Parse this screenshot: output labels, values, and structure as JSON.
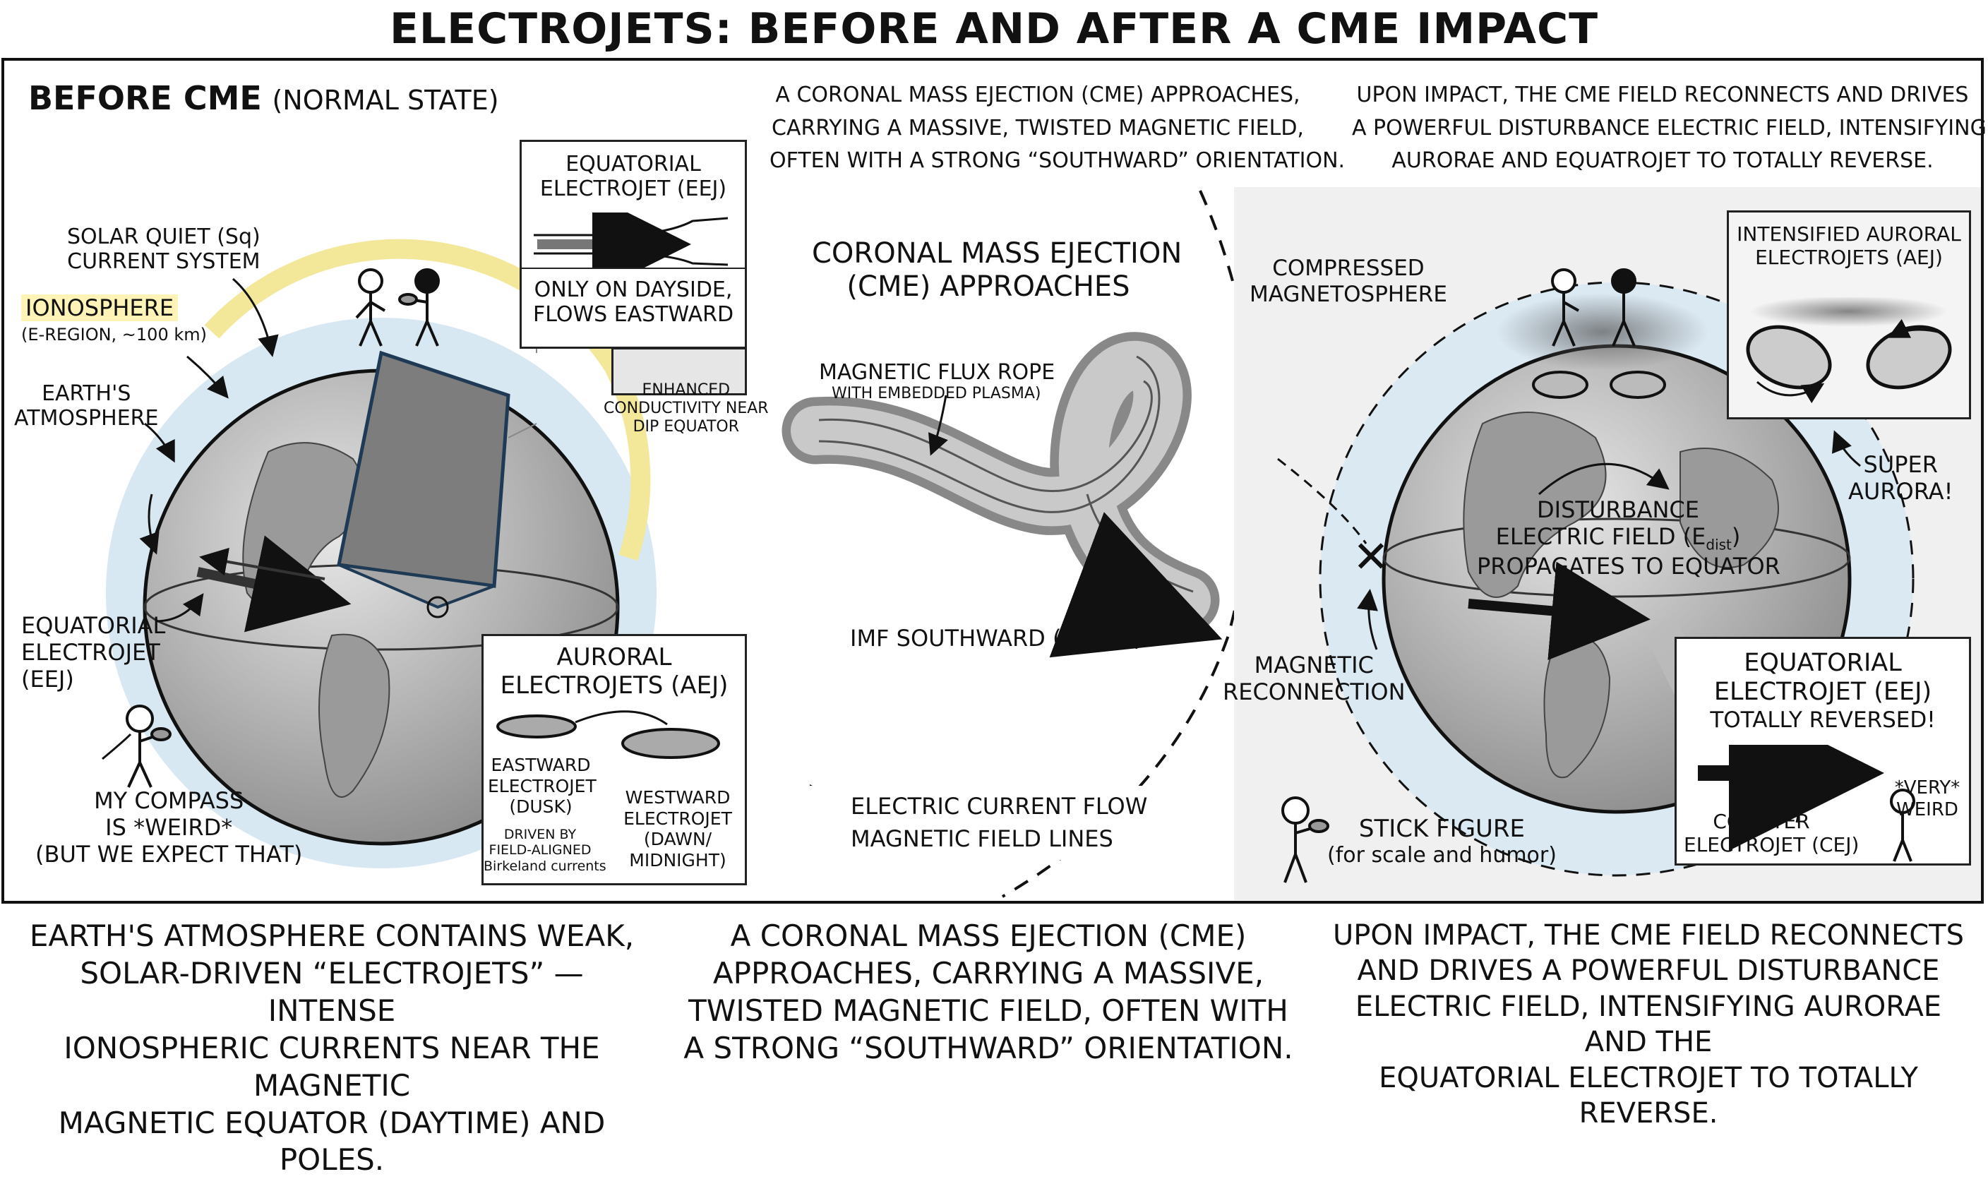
{
  "title": "ELECTROJETS: BEFORE AND AFTER A CME IMPACT",
  "panel_left": {
    "heading": "BEFORE CME",
    "heading_sub": "(NORMAL STATE)",
    "sq_label_1": "SOLAR QUIET (Sq)",
    "sq_label_2": "CURRENT SYSTEM",
    "ionosphere_label": "IONOSPHERE",
    "ionosphere_sub": "(E-REGION, ~100 km)",
    "atmosphere_1": "EARTH'S",
    "atmosphere_2": "ATMOSPHERE",
    "eej_1": "EQUATORIAL",
    "eej_2": "ELECTROJET",
    "eej_3": "(EEJ)",
    "compass_1": "MY COMPASS",
    "compass_2": "IS *WEIRD*",
    "compass_3": "(BUT WE EXPECT THAT)",
    "eej_box": {
      "title_1": "EQUATORIAL",
      "title_2": "ELECTROJET (EEJ)",
      "note_1": "ONLY ON DAYSIDE,",
      "note_2": "FLOWS EASTWARD"
    },
    "enhanced_1": "ENHANCED",
    "enhanced_2": "CONDUCTIVITY NEAR",
    "enhanced_3": "DIP EQUATOR",
    "aej_box": {
      "title_1": "AURORAL",
      "title_2": "ELECTROJETS (AEJ)",
      "east_1": "EASTWARD",
      "east_2": "ELECTROJET",
      "east_3": "(DUSK)",
      "driven_1": "DRIVEN BY",
      "driven_2": "FIELD-ALIGNED",
      "driven_3": "Birkeland currents",
      "west_1": "WESTWARD",
      "west_2": "ELECTROJET",
      "west_3": "(DAWN/",
      "west_4": "MIDNIGHT)"
    }
  },
  "panel_middle": {
    "top_1": "A CORONAL MASS EJECTION (CME) APPROACHES,",
    "top_2": "CARRYING A MASSIVE, TWISTED MAGNETIC FIELD,",
    "top_3": "OFTEN WITH A STRONG “SOUTHWARD” ORIENTATION.",
    "cme_1": "CORONAL MASS EJECTION",
    "cme_2": "(CME) APPROACHES",
    "flux_1": "MAGNETIC FLUX ROPE",
    "flux_2": "WITH EMBEDDED PLASMA)",
    "imf": "IMF SOUTHWARD (B₂ < 0)",
    "legend_current": "ELECTRIC CURRENT FLOW",
    "legend_field": "MAGNETIC FIELD LINES"
  },
  "panel_right": {
    "top_1": "UPON IMPACT, THE CME FIELD RECONNECTS AND DRIVES",
    "top_2": "A POWERFUL DISTURBANCE ELECTRIC FIELD, INTENSIFYING",
    "top_3": "AURORAE AND EQUATROJET TO TOTALLY REVERSE.",
    "compressed_1": "COMPRESSED",
    "compressed_2": "MAGNETOSPHERE",
    "intensified_1": "INTENSIFIED AURORAL",
    "intensified_2": "ELECTROJETS (AEJ)",
    "super_1": "SUPER",
    "super_2": "AURORA!",
    "disturbance_1": "DISTURBANCE",
    "disturbance_2": "ELECTRIC FIELD (E",
    "disturbance_sub": "dist",
    "disturbance_3": "PROPAGATES TO EQUATOR",
    "reconnection_1": "MAGNETIC",
    "reconnection_2": "RECONNECTION",
    "stick_1": "STICK FIGURE",
    "stick_2": "(for scale and humor)",
    "reversed_box": {
      "title_1": "EQUATORIAL",
      "title_2": "ELECTROJET (EEJ)",
      "title_3": "TOTALLY REVERSED!",
      "counter_1": "COUNTER",
      "counter_2": "ELECTROJET (CEJ)",
      "weird_1": "*VERY*",
      "weird_2": "WEIRD"
    }
  },
  "captions": {
    "left": [
      "EARTH'S ATMOSPHERE CONTAINS WEAK,",
      "SOLAR-DRIVEN “ELECTROJETS” — INTENSE",
      "IONOSPHERIC CURRENTS NEAR THE MAGNETIC",
      "MAGNETIC EQUATOR (DAYTIME) AND POLES."
    ],
    "middle": [
      "A CORONAL MASS EJECTION (CME)",
      "APPROACHES, CARRYING A MASSIVE,",
      "TWISTED MAGNETIC FIELD, OFTEN WITH",
      "A STRONG “SOUTHWARD” ORIENTATION."
    ],
    "right": [
      "UPON IMPACT, THE CME FIELD RECONNECTS",
      "AND DRIVES A POWERFUL DISTURBANCE",
      "ELECTRIC FIELD, INTENSIFYING AURORAE AND THE",
      "EQUATORIAL ELECTROJET TO TOTALLY REVERSE."
    ]
  },
  "colors": {
    "ink": "#111111",
    "ionosphere": "#f5eba0",
    "sky": "#cfe3f0",
    "earth": "#bdbdbd"
  }
}
